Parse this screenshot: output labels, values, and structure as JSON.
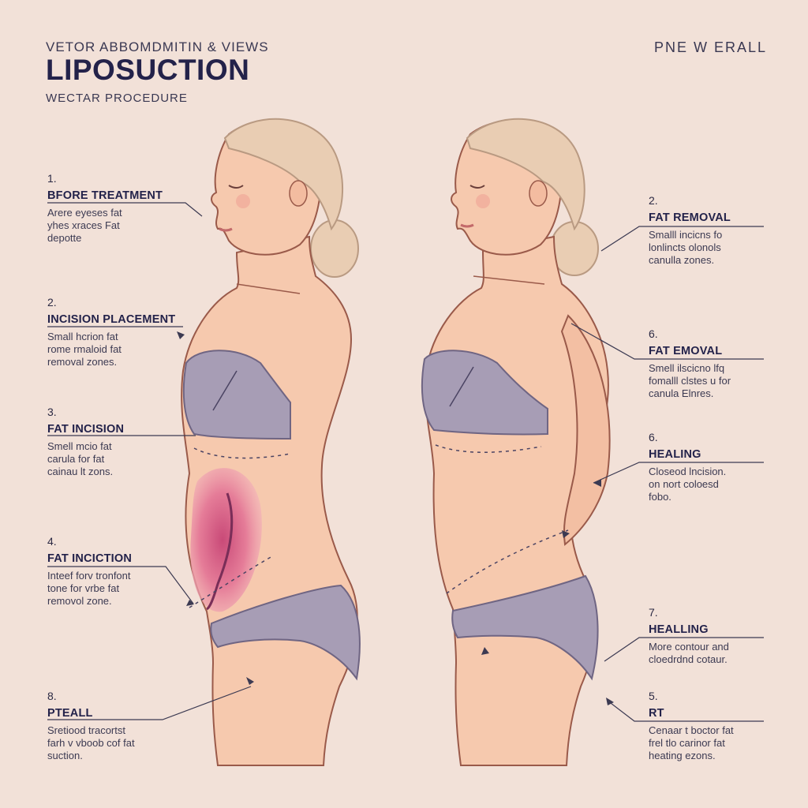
{
  "header": {
    "overtitle": "VETOR ABBOMDMITIN & VIEWS",
    "title": "LIPOSUCTION",
    "subtitle": "WECTAR PROCEDURE",
    "top_right": "PNE W ERALL"
  },
  "colors": {
    "background": "#f2e1d8",
    "skin": "#f6c9ae",
    "skin_outline": "#9a5a4a",
    "hair": "#e9cdb3",
    "garment": "#a79db5",
    "fat_zone": "#e06a88",
    "ink": "#2c2a44"
  },
  "left_callouts": [
    {
      "num": "1.",
      "head": "BFORE TREATMENT",
      "desc": "Arere eyeses fat\nyhes xraces Fat\ndepotte"
    },
    {
      "num": "2.",
      "head": "INCISION PLACEMENT",
      "desc": "Small hcrion fat\nrome rmaloid fat\nremoval zones."
    },
    {
      "num": "3.",
      "head": "FAT INCISION",
      "desc": "Smell mcio fat\ncarula for fat\ncainau lt zons."
    },
    {
      "num": "4.",
      "head": "FAT INCICTION",
      "desc": "Inteef forv tronfont\ntone for vrbe fat\nremovol zone."
    },
    {
      "num": "8.",
      "head": "PTEALL",
      "desc": "Sretiood tracortst\nfarh v vboob cof fat\nsuction."
    }
  ],
  "right_callouts": [
    {
      "num": "2.",
      "head": "FAT REMOVAL",
      "desc": "Smalll incicns fo\nlonlincts olonols\ncanulla zones."
    },
    {
      "num": "6.",
      "head": "FAT EMOVAL",
      "desc": "Smell ilscicno lfq\nfomalll clstes u for\ncanula Elnres."
    },
    {
      "num": "6.",
      "head": "HEALING",
      "desc": "Closeod lncision.\non nort coloesd\nfobo."
    },
    {
      "num": "7.",
      "head": "HEALLING",
      "desc": "More contour and\ncloedrdnd cotaur."
    },
    {
      "num": "5.",
      "head": "RT",
      "desc": "Cenaar t boctor fat\nfrel tlo carinor fat\nheating ezons."
    }
  ]
}
